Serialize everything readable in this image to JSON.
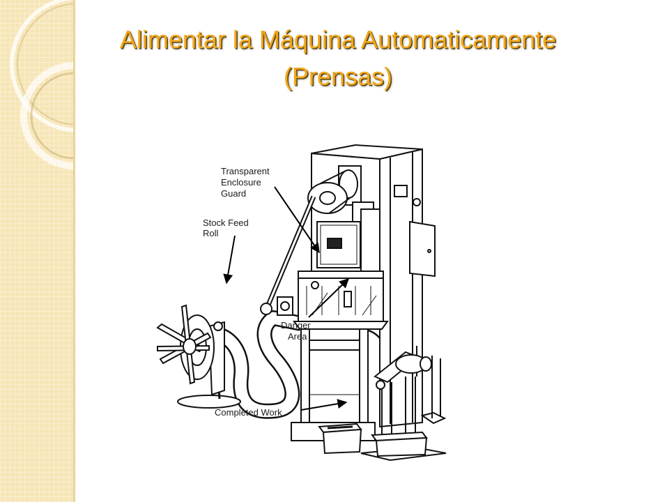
{
  "slide": {
    "title_line1": "Alimentar la Máquina Automaticamente",
    "title_line2": "(Prensas)",
    "title_color": "#F2A71B"
  },
  "diagram": {
    "labels": {
      "transparent_guard": [
        "Transparent",
        "Enclosure",
        "Guard"
      ],
      "stock_feed_roll": [
        "Stock Feed",
        "Roll"
      ],
      "danger_area": [
        "Danger",
        "Area"
      ],
      "completed_work": "Completed Work"
    }
  }
}
